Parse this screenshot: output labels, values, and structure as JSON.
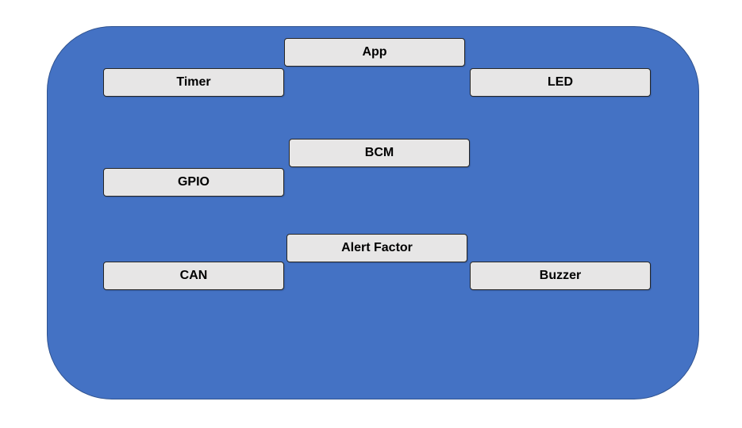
{
  "colors": {
    "container_fill": "#4472c4",
    "box_fill": "#e7e6e6",
    "box_border": "#262626",
    "text": "#000000"
  },
  "diagram": {
    "modules": {
      "app": "App",
      "timer": "Timer",
      "led": "LED",
      "bcm": "BCM",
      "gpio": "GPIO",
      "alert_factor": "Alert Factor",
      "can": "CAN",
      "buzzer": "Buzzer"
    }
  }
}
